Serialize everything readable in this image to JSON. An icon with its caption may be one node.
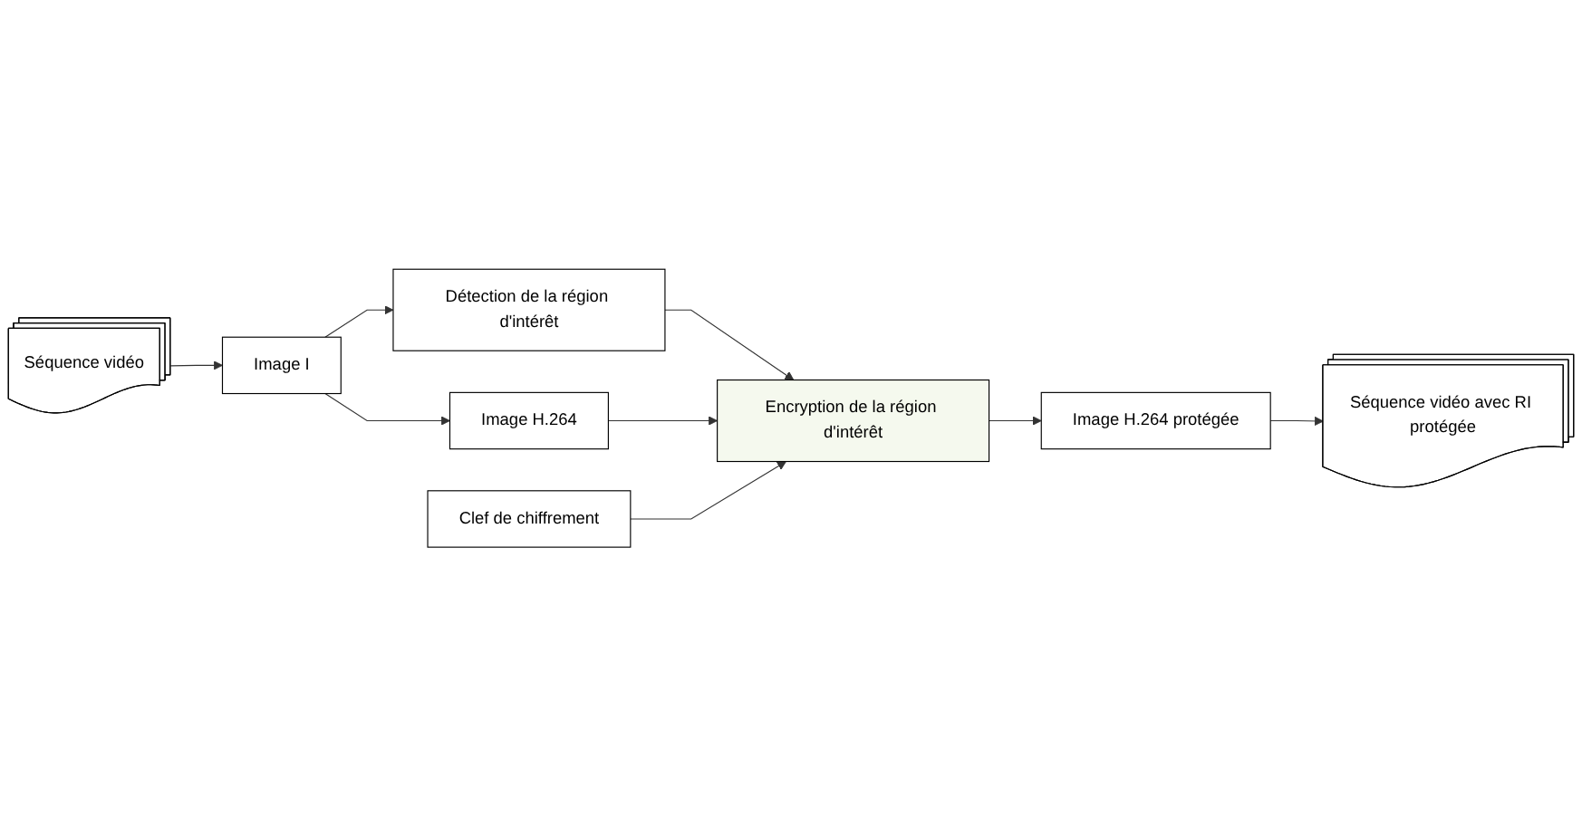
{
  "diagram": {
    "nodes": [
      {
        "text": [
          "Séquence vidéo"
        ]
      },
      {
        "text": [
          "Image I"
        ]
      },
      {
        "text": [
          "Détection de la région d'intérêt"
        ]
      },
      {
        "text": [
          "Image H.264"
        ]
      },
      {
        "text": [
          "Clef de chiffrement"
        ]
      },
      {
        "text": [
          "Encryption de la région d'intérêt"
        ]
      },
      {
        "text": [
          "Image H.264 protégée"
        ]
      },
      {
        "text": [
          "Séquence vidéo avec RI protégée"
        ]
      }
    ],
    "edges": [
      {
        "from": 0,
        "to": 1,
        "arrow": "to"
      },
      {
        "from": 1,
        "to": 2,
        "arrow": "to"
      },
      {
        "from": 1,
        "to": 3,
        "arrow": "to"
      },
      {
        "from": 2,
        "to": 5,
        "arrow": "to"
      },
      {
        "from": 3,
        "to": 5,
        "arrow": "to"
      },
      {
        "from": 4,
        "to": 5,
        "arrow": "to"
      },
      {
        "from": 5,
        "to": 6,
        "arrow": "to"
      },
      {
        "from": 6,
        "to": 7,
        "arrow": "to"
      }
    ]
  }
}
